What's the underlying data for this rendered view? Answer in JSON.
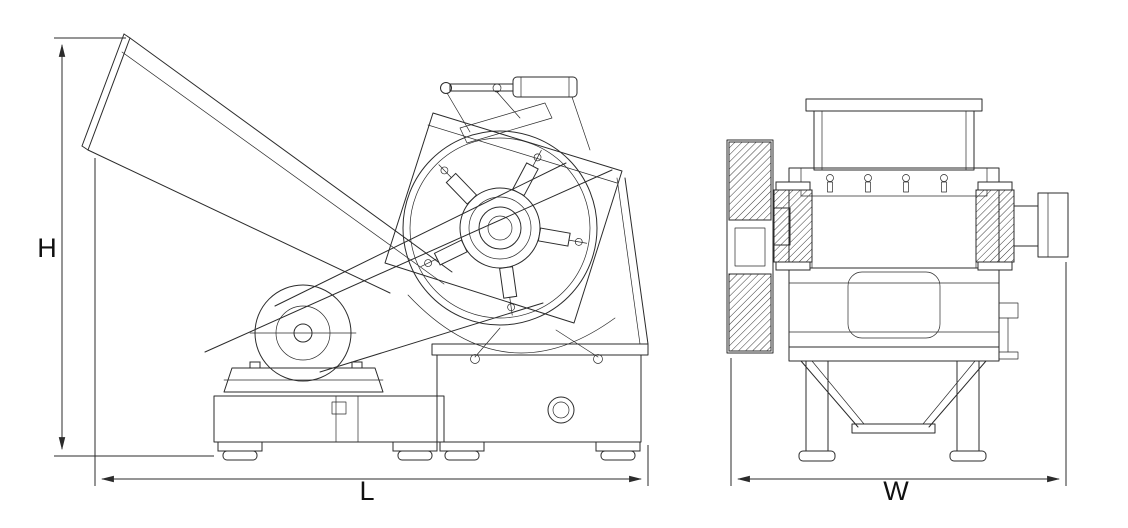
{
  "page": {
    "background": "#ffffff"
  },
  "drawing": {
    "line_color": "#2b2b2b",
    "hatch_color": "#3a3a3a",
    "labels": {
      "height": "H",
      "length": "L",
      "width": "W"
    }
  }
}
